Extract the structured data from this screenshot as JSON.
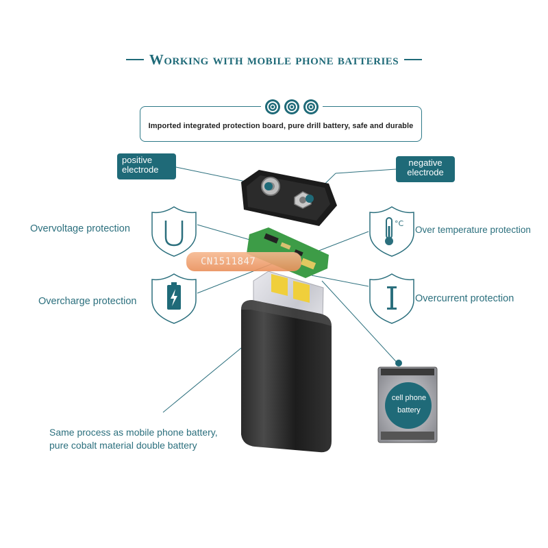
{
  "title": "Working with mobile phone batteries",
  "banner": {
    "text": "Imported integrated protection board, pure drill battery, safe and durable",
    "icon": "concentric-circle-icon"
  },
  "electrodes": {
    "positive": [
      "positive",
      "electrode"
    ],
    "negative": [
      "negative",
      "electrode"
    ]
  },
  "protections": {
    "overvoltage": "Overvoltage protection",
    "overcharge": "Overcharge protection",
    "over_temperature": "Over temperature protection",
    "overcurrent": "Overcurrent protection"
  },
  "bottom_label": [
    "Same process as mobile phone battery,",
    "pure cobalt material double battery"
  ],
  "cell_battery_label": [
    "cell phone",
    "battery"
  ],
  "stamp_text": "CN1511847",
  "shield_icons": {
    "overvoltage": "U",
    "overcharge": "battery-bolt-icon",
    "over_temperature": "thermometer-icon",
    "overcurrent": "I"
  },
  "colors": {
    "accent": "#1f6a78",
    "label_text": "#2b6f7d",
    "orange_stamp": "#f2a777"
  }
}
